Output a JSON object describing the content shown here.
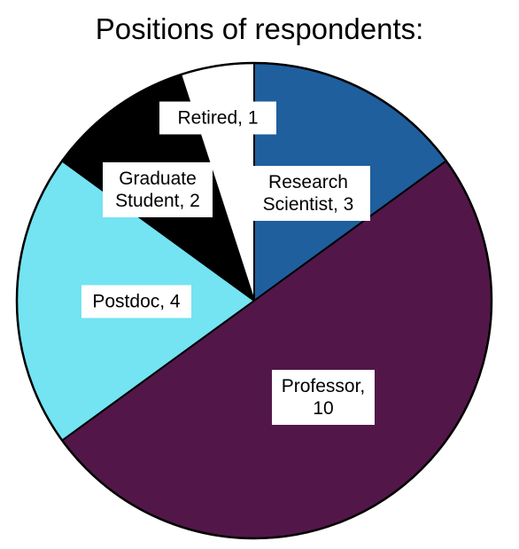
{
  "chart_data": {
    "type": "pie",
    "title": "Positions of respondents:",
    "slices": [
      {
        "label": "Research Scientist",
        "value": 3,
        "color": "#1F5F9E",
        "label_lines": [
          "Research",
          "Scientist, 3"
        ]
      },
      {
        "label": "Professor",
        "value": 10,
        "color": "#521748",
        "label_lines": [
          "Professor,",
          "10"
        ]
      },
      {
        "label": "Postdoc",
        "value": 4,
        "color": "#74E3F2",
        "label_lines": [
          "Postdoc, 4"
        ]
      },
      {
        "label": "Graduate Student",
        "value": 2,
        "color": "#000000",
        "label_lines": [
          "Graduate",
          "Student, 2"
        ]
      },
      {
        "label": "Retired",
        "value": 1,
        "color": "#FFFFFF",
        "label_lines": [
          "Retired, 1"
        ]
      }
    ],
    "start_angle": "12 o'clock",
    "direction": "clockwise",
    "slice_border": "#000000",
    "label_box_color": "#FFFFFF",
    "legend": "none"
  }
}
